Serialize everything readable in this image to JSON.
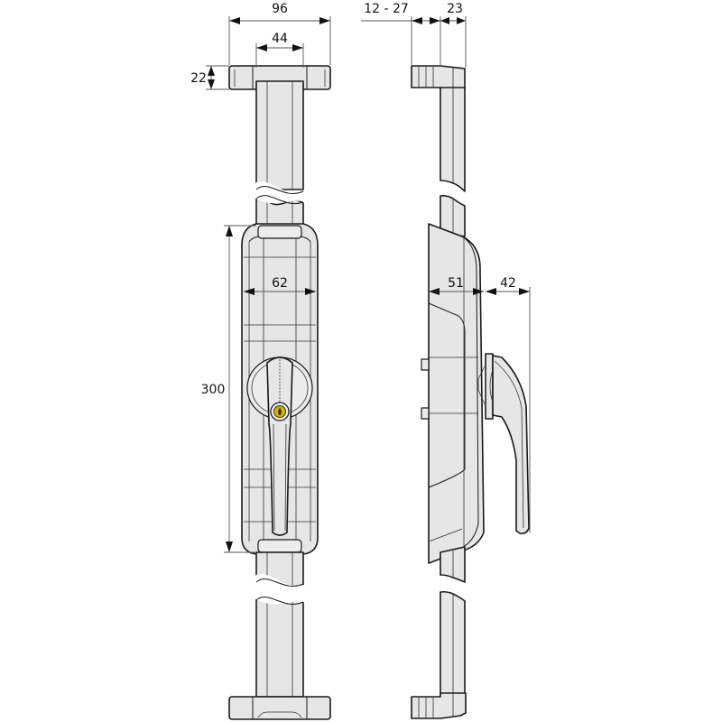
{
  "diagram": {
    "type": "technical-drawing",
    "subject": "Window rod lock with key-lockable handle (front and side views)",
    "views": [
      "front-view",
      "side-view"
    ],
    "colors": {
      "part_fill": "#e6e6e6",
      "outline": "#1a1a1a",
      "dimension_line": "#555555",
      "key_cylinder": "#d9b200"
    }
  },
  "dimensions": {
    "top_bracket_width": "96",
    "rod_width": "44",
    "bracket_height": "22",
    "housing_width": "62",
    "housing_length": "300",
    "wall_gap": "12 - 27",
    "side_bracket_depth": "23",
    "housing_depth": "51",
    "handle_projection": "42"
  }
}
